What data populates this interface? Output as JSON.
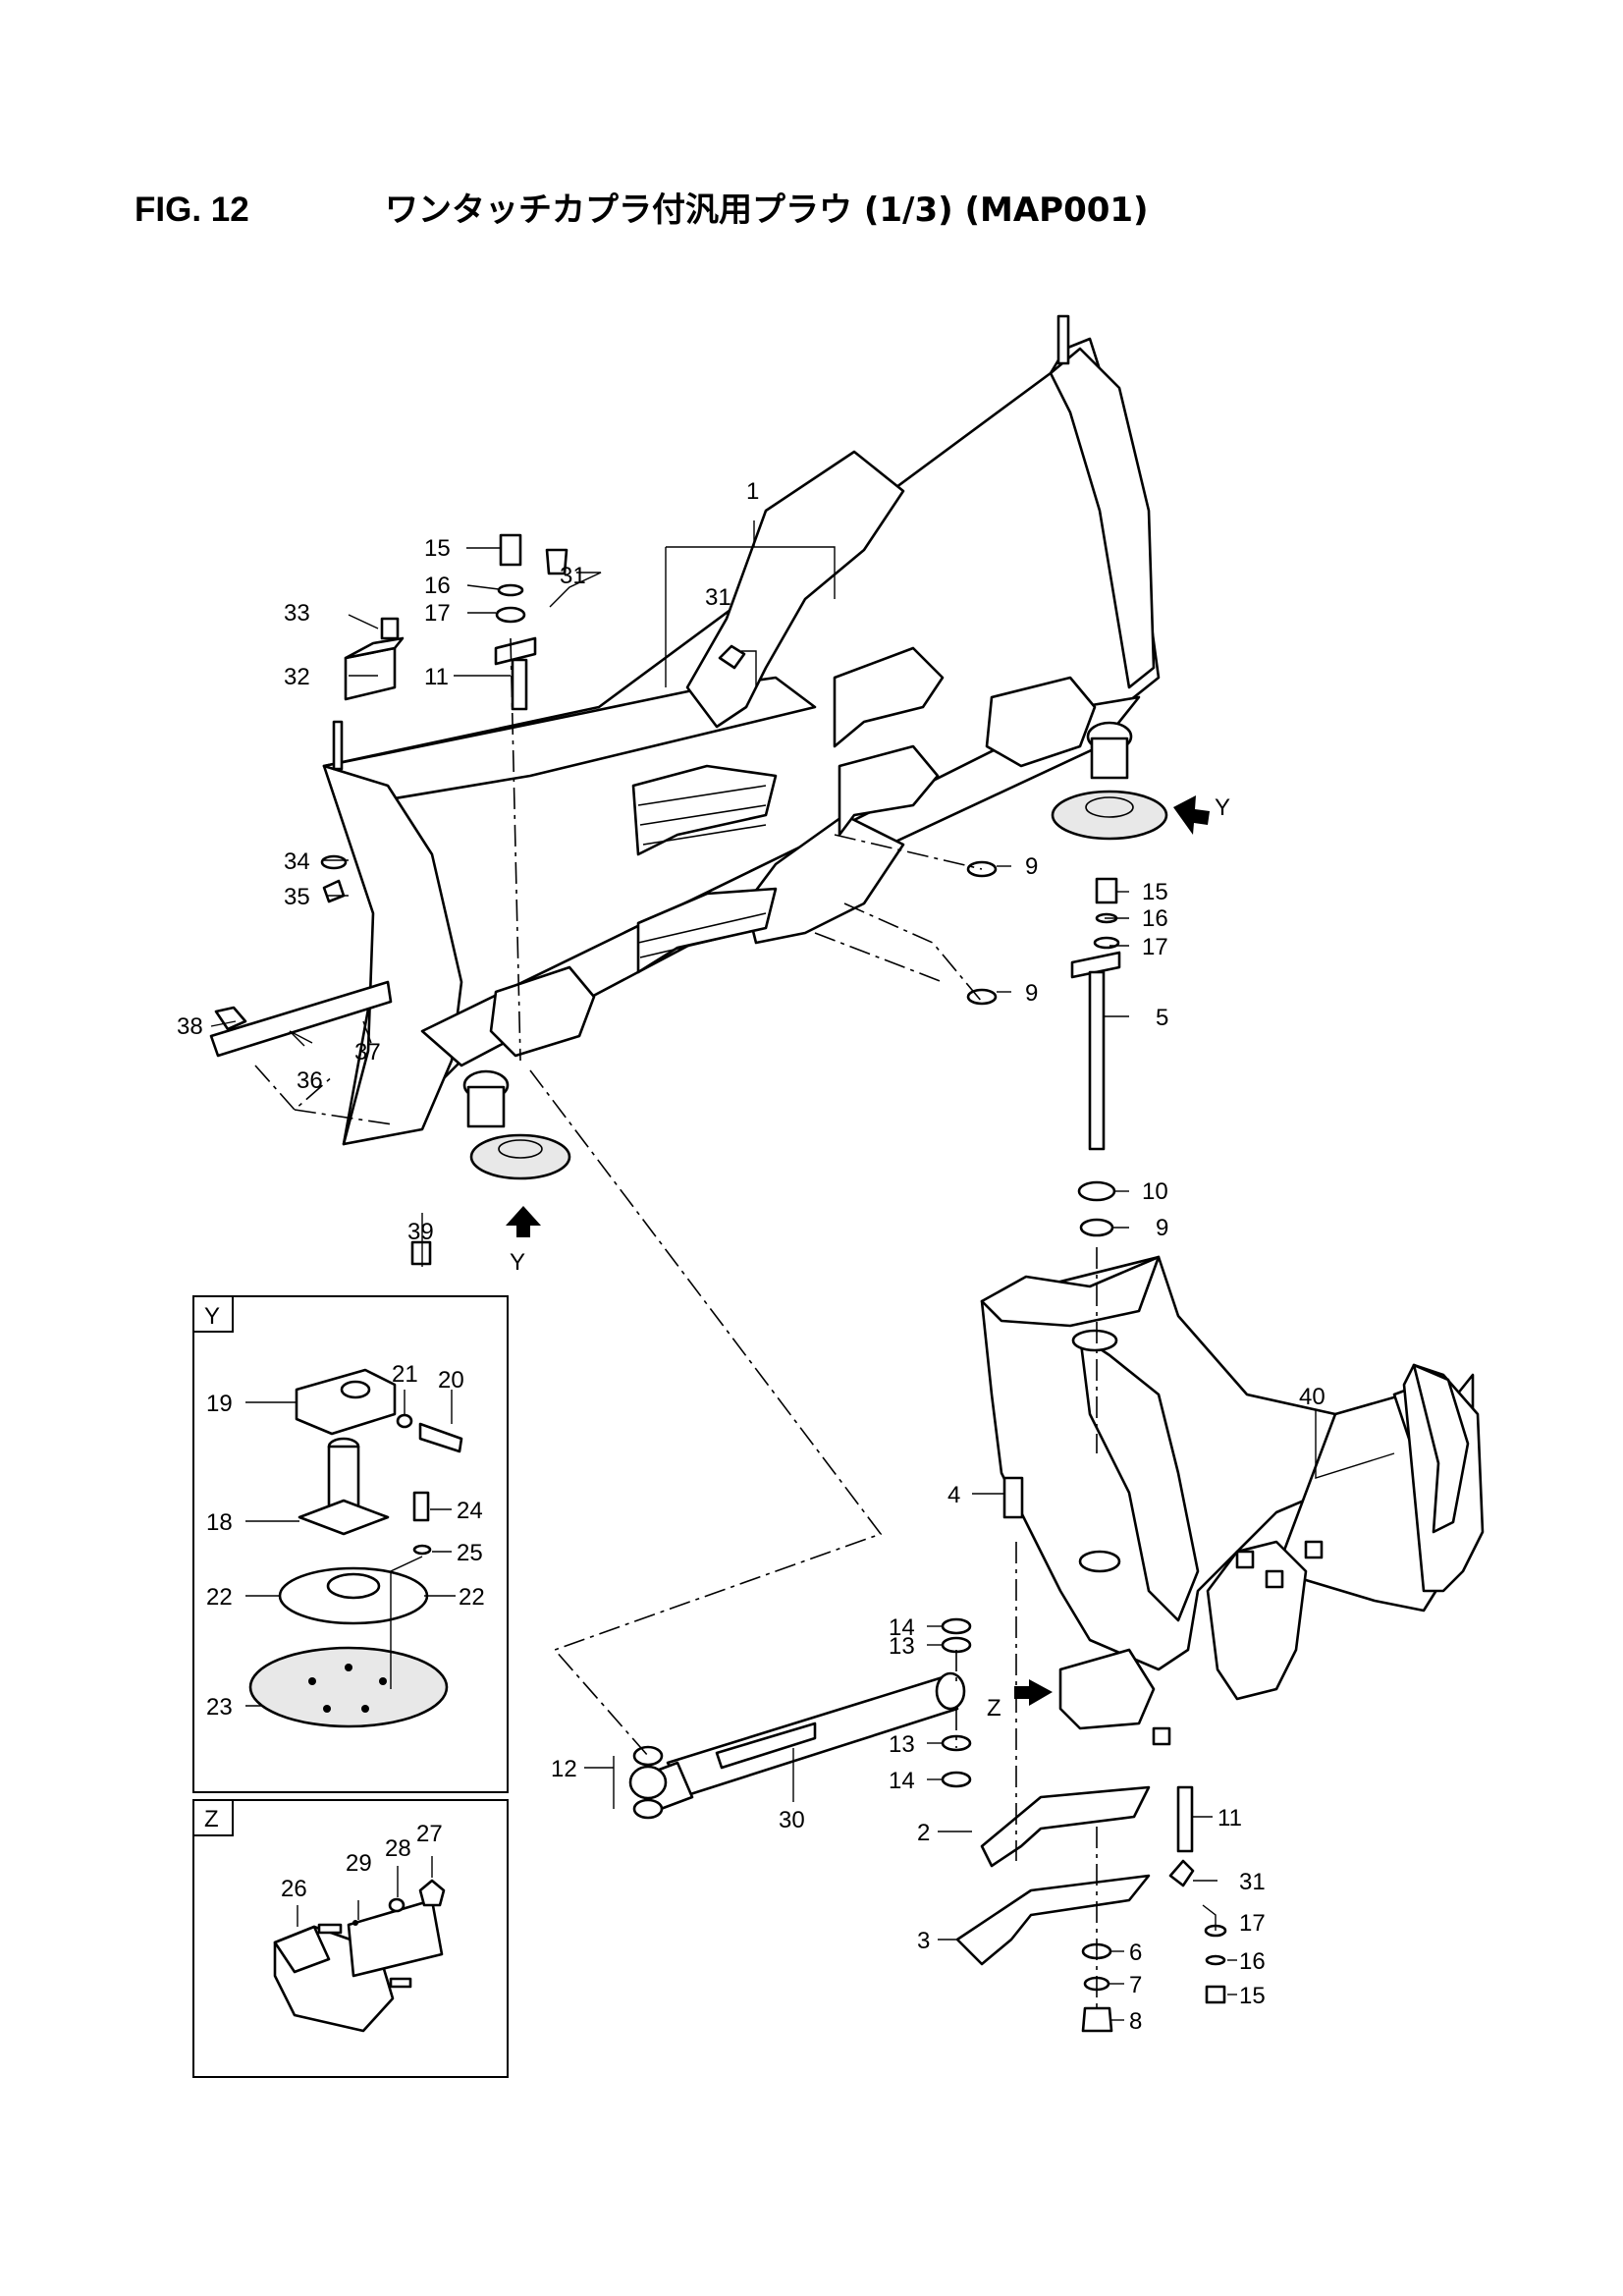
{
  "figure": {
    "number": "FIG. 12",
    "title": "ワンタッチカプラ付汎用プラウ (1/3) (MAP001)"
  },
  "view_markers": {
    "y": "Y",
    "z": "Z"
  },
  "detail_boxes": {
    "y_title": "Y",
    "z_title": "Z"
  },
  "callouts": {
    "c1": "1",
    "c2": "2",
    "c3": "3",
    "c4": "4",
    "c5": "5",
    "c6": "6",
    "c7": "7",
    "c8": "8",
    "c9a": "9",
    "c9b": "9",
    "c9c": "9",
    "c10": "10",
    "c11a": "11",
    "c11b": "11",
    "c12": "12",
    "c13a": "13",
    "c13b": "13",
    "c14a": "14",
    "c14b": "14",
    "c15a": "15",
    "c15b": "15",
    "c15c": "15",
    "c16a": "16",
    "c16b": "16",
    "c16c": "16",
    "c17a": "17",
    "c17b": "17",
    "c17c": "17",
    "c18": "18",
    "c19": "19",
    "c20": "20",
    "c21": "21",
    "c22a": "22",
    "c22b": "22",
    "c23": "23",
    "c24": "24",
    "c25": "25",
    "c26": "26",
    "c27": "27",
    "c28": "28",
    "c29": "29",
    "c30": "30",
    "c31a": "31",
    "c31b": "31",
    "c31c": "31",
    "c32": "32",
    "c33": "33",
    "c34": "34",
    "c35": "35",
    "c36": "36",
    "c37": "37",
    "c38": "38",
    "c39": "39",
    "c40": "40"
  }
}
